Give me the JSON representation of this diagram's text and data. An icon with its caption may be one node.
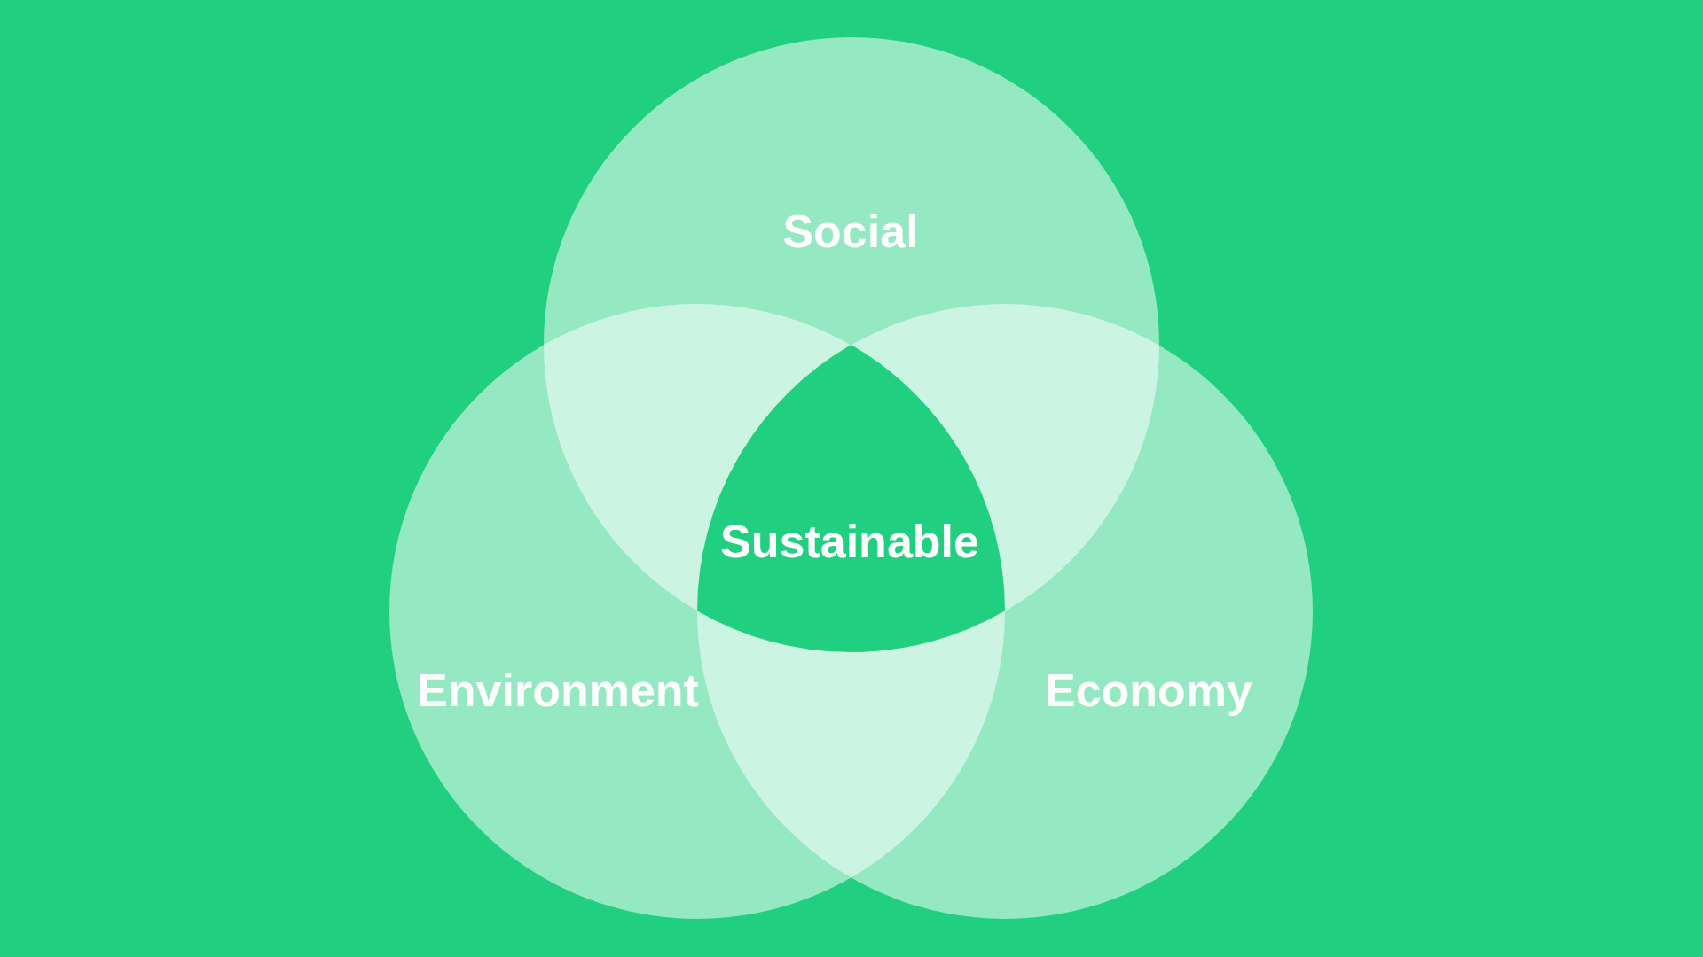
{
  "diagram": {
    "nodes": [
      {
        "text": [
          "Social"
        ]
      },
      {
        "text": [
          "Sustainable"
        ]
      },
      {
        "text": [
          "Environment"
        ]
      },
      {
        "text": [
          "Economy"
        ]
      }
    ]
  }
}
